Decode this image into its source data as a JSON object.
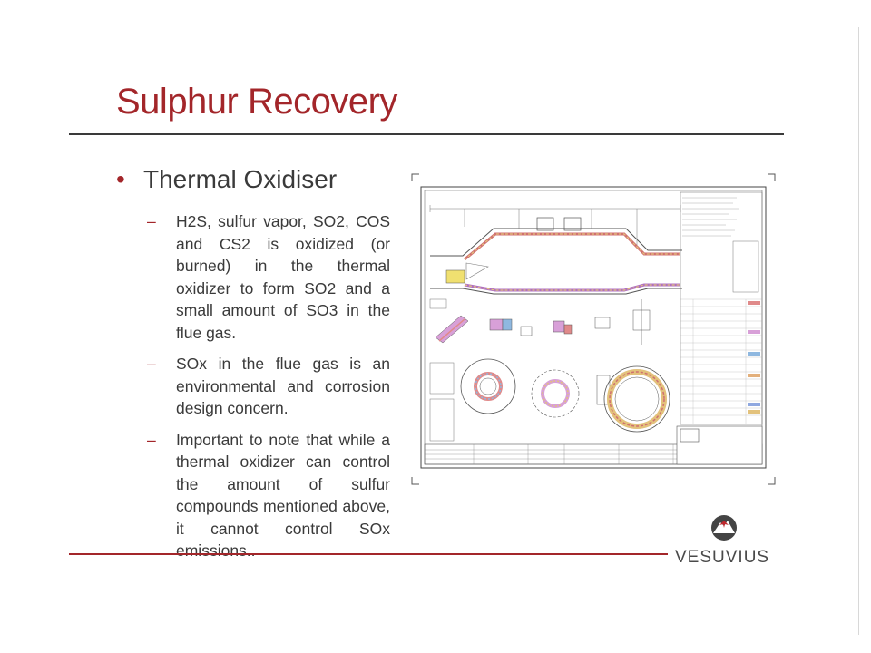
{
  "slide": {
    "title": "Sulphur Recovery",
    "bullet": {
      "marker": "•",
      "text": "Thermal Oxidiser",
      "sub_marker": "–",
      "sub_items": [
        "H2S, sulfur vapor, SO2, COS and CS2 is oxidized (or burned) in the thermal oxidizer to form SO2 and a small amount of SO3 in the flue gas.",
        "SOx in the flue gas is an environmental and corrosion design concern.",
        "Important to note that while a thermal oxidizer can control the amount of sulfur compounds mentioned above, it cannot control SOx emissions.."
      ]
    },
    "colors": {
      "title": "#a3262a",
      "text": "#3a3a3a",
      "accent": "#a3262a"
    }
  },
  "brand": {
    "name": "VESUVIUS",
    "icon": "vesuvius-logo-icon"
  },
  "drawing": {
    "icon": "engineering-drawing-icon"
  }
}
